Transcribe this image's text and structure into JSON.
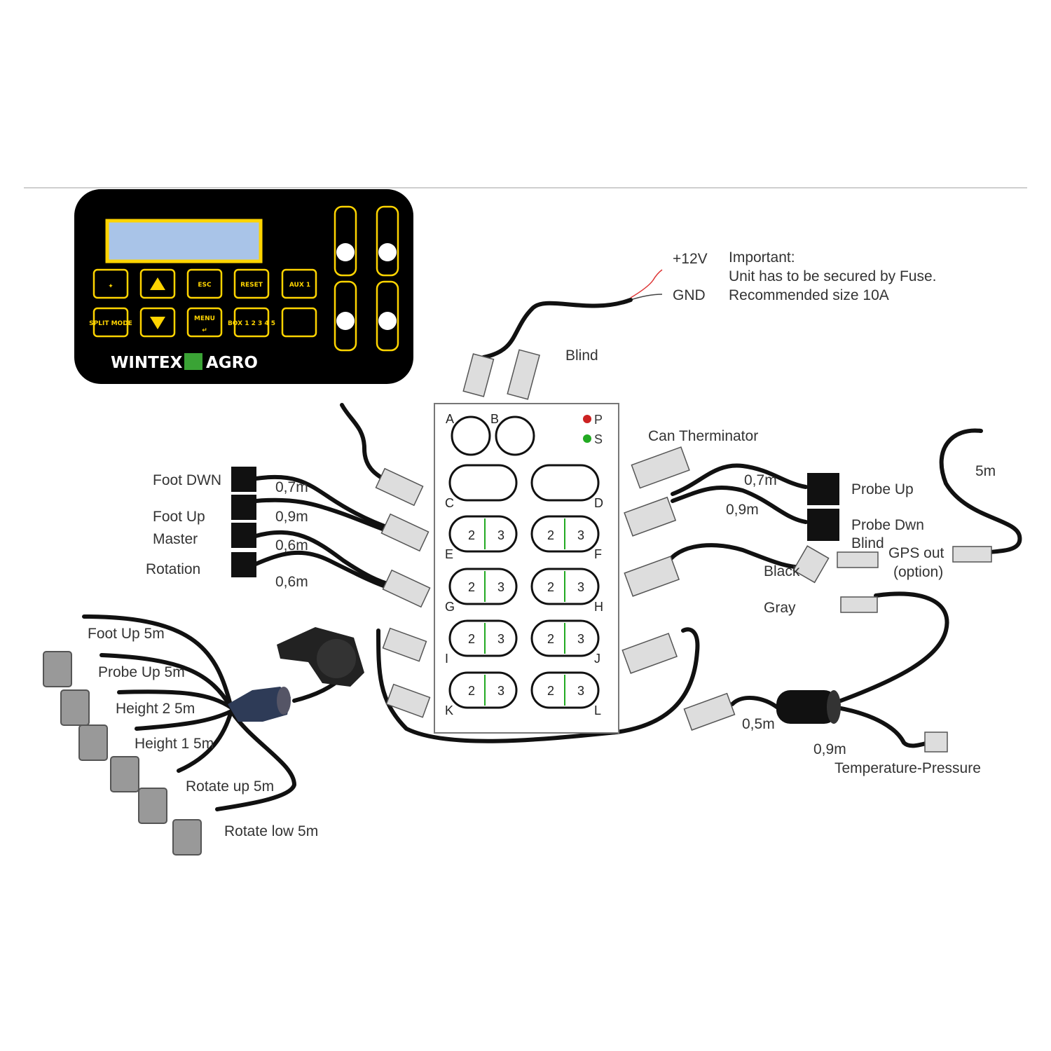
{
  "controller": {
    "brand_left": "WINTEX",
    "brand_right": "AGRO",
    "keys_row1": [
      "",
      "",
      "ESC",
      "RESET",
      "AUX 1"
    ],
    "keys_row2": [
      "SPLIT MODE",
      "",
      "MENU",
      "BOX 1 2 3 4 5",
      ""
    ]
  },
  "power": {
    "plus": "+12V",
    "gnd": "GND",
    "note_title": "Important:",
    "note_line1": "Unit has to be secured by Fuse.",
    "note_line2": "Recommended size 10A"
  },
  "box": {
    "legend_p": "P",
    "legend_s": "S",
    "pins": [
      "A",
      "B",
      "C",
      "D",
      "E",
      "F",
      "G",
      "H",
      "I",
      "J",
      "K",
      "L"
    ],
    "pin_numbers": {
      "p": "2",
      "s": "3"
    }
  },
  "labels_left": {
    "foot_dwn": "Foot DWN",
    "foot_up": "Foot Up",
    "master": "Master",
    "rotation": "Rotation",
    "len_07": "0,7m",
    "len_09": "0,9m",
    "len_06a": "0,6m",
    "len_06b": "0,6m"
  },
  "labels_right": {
    "blind_top": "Blind",
    "can_terminator": "Can Therminator",
    "len_07": "0,7m",
    "len_09": "0,9m",
    "probe_up": "Probe Up",
    "probe_dwn": "Probe Dwn",
    "blind": "Blind",
    "len_5m": "5m",
    "gps_out": "GPS out",
    "option": "(option)",
    "black": "Black",
    "gray": "Gray",
    "len_05": "0,5m",
    "len_09b": "0,9m",
    "temp_pressure": "Temperature-Pressure"
  },
  "sensors": {
    "foot_up": "Foot Up 5m",
    "probe_up": "Probe Up 5m",
    "height2": "Height 2 5m",
    "height1": "Height 1 5m",
    "rotate_up": "Rotate up 5m",
    "rotate_low": "Rotate low 5m"
  },
  "colors": {
    "controller_body": "#000000",
    "display": "#a9c4e8",
    "key_border": "#ffd400",
    "brand_green": "#3aa335",
    "pin_red": "#cc2222",
    "pin_green": "#22aa22"
  }
}
